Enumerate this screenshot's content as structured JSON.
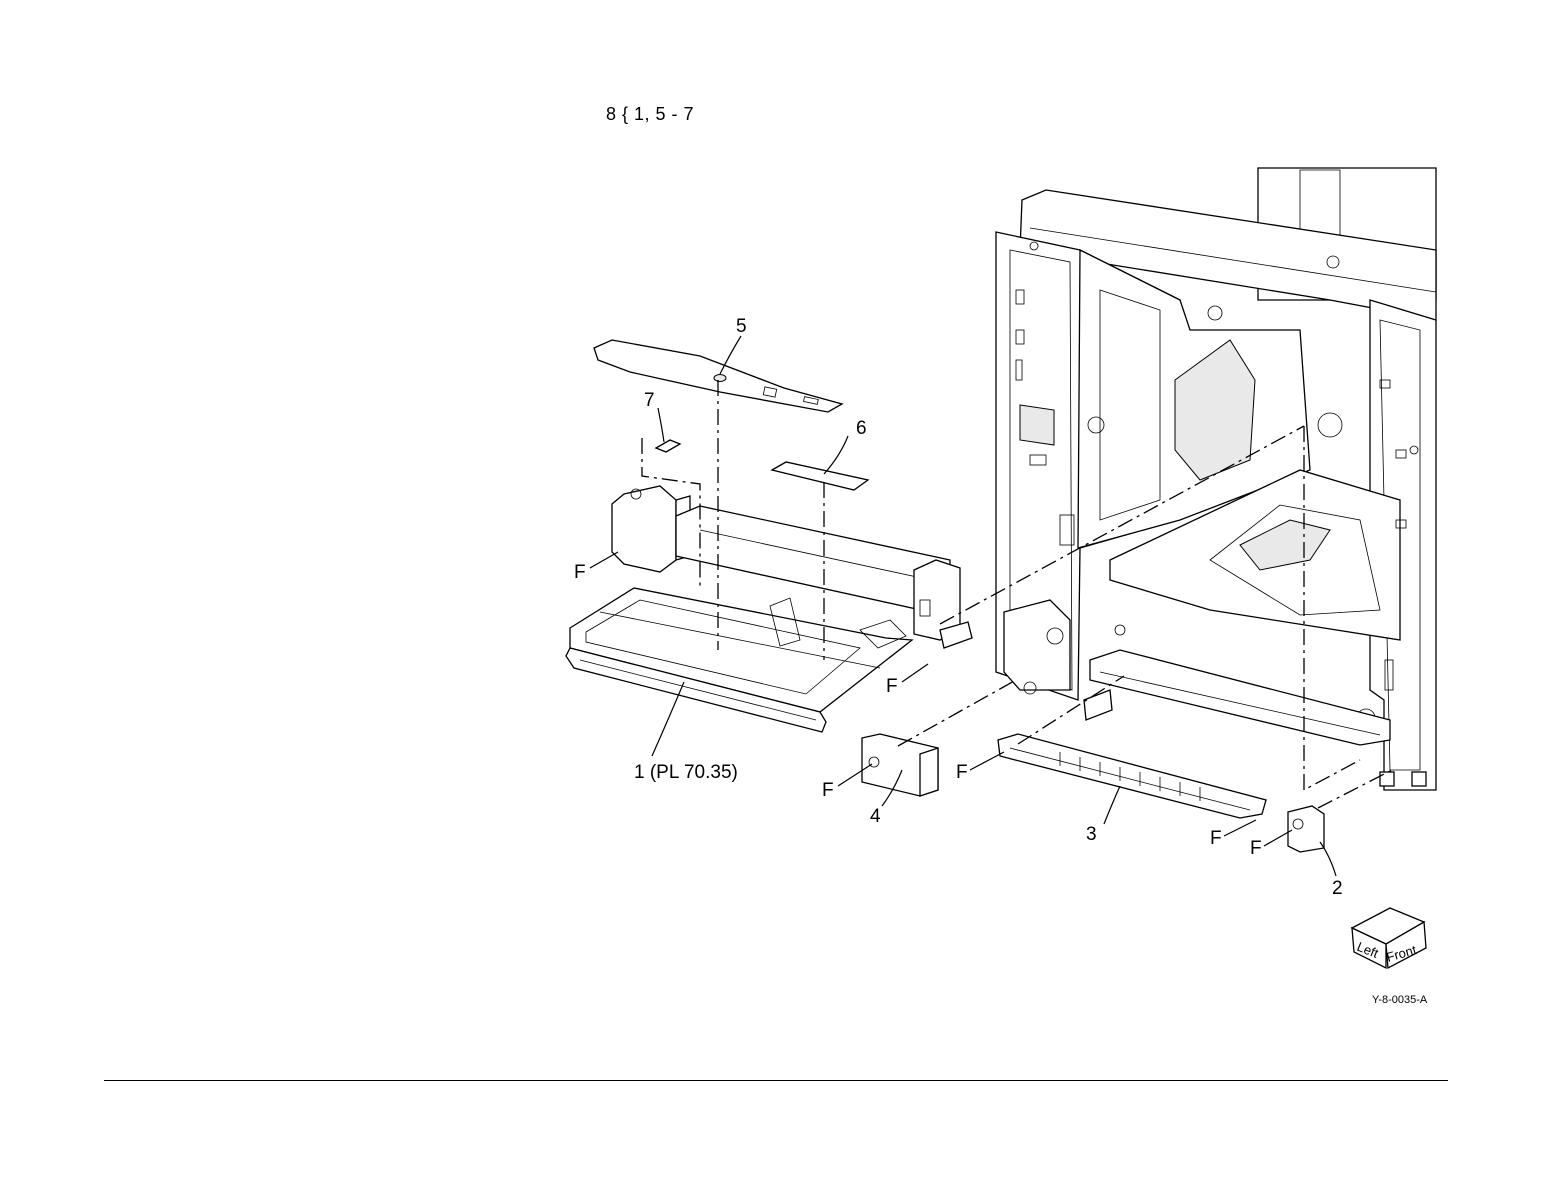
{
  "header": {
    "note": "8 { 1, 5 - 7"
  },
  "callouts": {
    "c1": "1 (PL 70.35)",
    "c2": "2",
    "c3": "3",
    "c4": "4",
    "c5": "5",
    "c6": "6",
    "c7": "7",
    "f": "F"
  },
  "orientation_cube": {
    "left": "Left",
    "front": "Front"
  },
  "figure_id": "Y-8-0035-A"
}
